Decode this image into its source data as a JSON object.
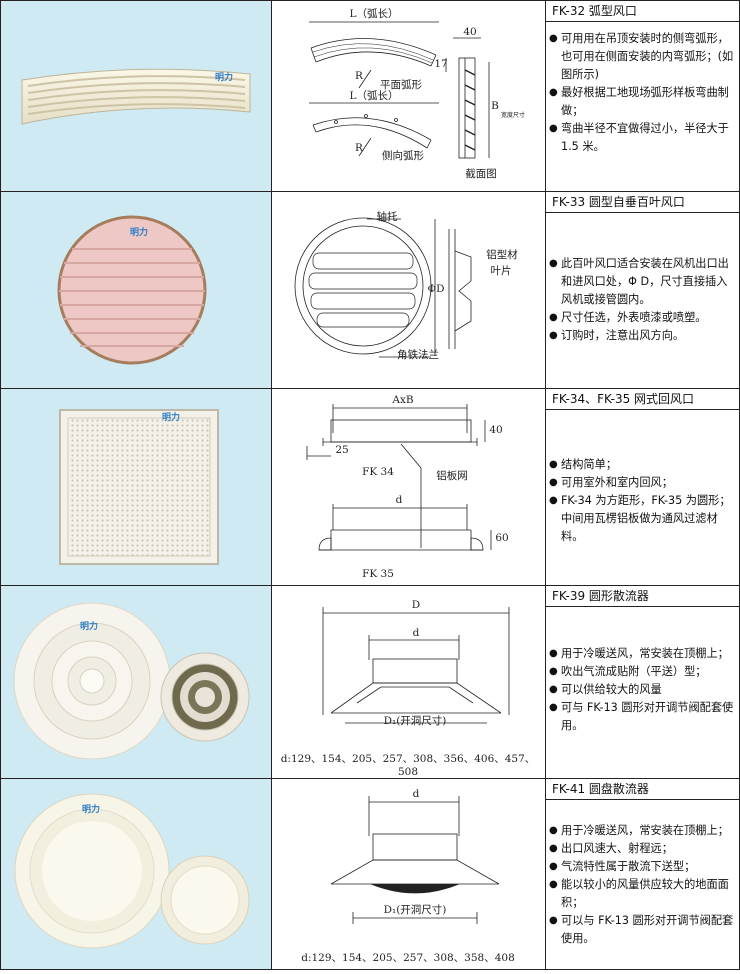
{
  "products": [
    {
      "title": "FK-32 弧型风口",
      "bullets": [
        "可用用在吊顶安装时的侧弯弧形，也可用在侧面安装的内弯弧形；(如图所示)",
        "最好根据工地现场弧形样板弯曲制做；",
        "弯曲半径不宜做得过小，半径大于 1.5 米。"
      ],
      "drawing_labels": {
        "arc_length_top": "L（弧长）",
        "r_top": "R",
        "plane_arc": "平面弧形",
        "arc_length_bottom": "L（弧长）",
        "r_bottom": "R",
        "side_arc": "侧向弧形",
        "dim_40": "40",
        "dim_17": "17",
        "dim_b": "B",
        "b_note": "宽度尺寸",
        "section": "截面图"
      },
      "logo": "明力"
    },
    {
      "title": "FK-33 圆型自垂百叶风口",
      "bullets": [
        "此百叶风口适合安装在风机出口出和进风口处，Φ D，尺寸直接插入风机或接管圆内。",
        "尺寸任选，外表喷漆或喷塑。",
        "订购时，注意出风方向。"
      ],
      "drawing_labels": {
        "pivot": "轴托",
        "aluminum_profile": "铝型材",
        "blade": "叶片",
        "diameter": "ΦD",
        "angle_flange": "角铁法兰"
      },
      "logo": "明力"
    },
    {
      "title": "FK-34、FK-35 网式回风口",
      "bullets": [
        "结构简单；",
        "可用室外和室内回风；",
        "FK-34 为方距形，FK-35 为圆形；中间用瓦楞铝板做为通风过滤材料。"
      ],
      "drawing_labels": {
        "axb": "AxB",
        "dim_40": "40",
        "dim_25": "25",
        "fk34": "FK 34",
        "mesh": "铝板网",
        "d": "d",
        "dim_60": "60",
        "fk35": "FK 35"
      },
      "logo": "明力"
    },
    {
      "title": "FK-39 圆形散流器",
      "bullets": [
        "用于冷暖送风，常安装在顶棚上；",
        "吹出气流成贴附（平送）型；",
        "可以供给较大的风量",
        "可与 FK-13 圆形对开调节阀配套使用。"
      ],
      "drawing_labels": {
        "D": "D",
        "d": "d",
        "d1": "D₁(开洞尺寸)"
      },
      "sizes": "d:129、154、205、257、308、356、406、457、508",
      "logo": "明力"
    },
    {
      "title": "FK-41 圆盘散流器",
      "bullets": [
        "用于冷暖送风，常安装在顶棚上；",
        "出口风速大、射程远；",
        "气流特性属于散流下送型；",
        "能以较小的风量供应较大的地面面积；",
        "可以与 FK-13 圆形对开调节阀配套使用。"
      ],
      "drawing_labels": {
        "d": "d",
        "d1": "D₁(开洞尺寸)"
      },
      "sizes": "d:129、154、205、257、308、358、408",
      "logo": "明力"
    }
  ],
  "colors": {
    "photo_bg": "#cfeaf2",
    "border": "#222222",
    "logo": "#2f7fc8"
  }
}
